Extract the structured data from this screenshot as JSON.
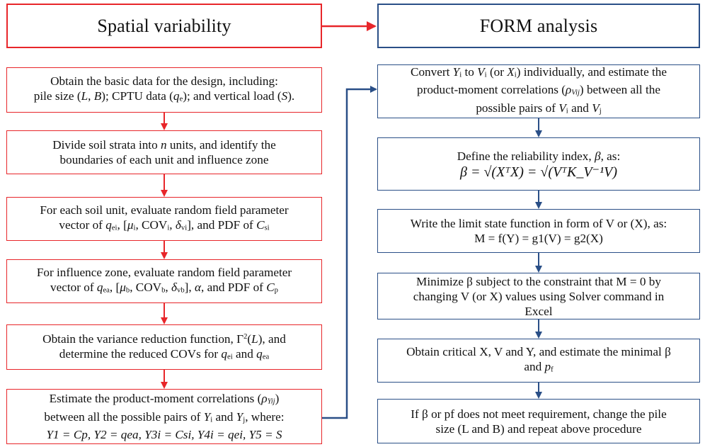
{
  "headers": {
    "left": "Spatial variability",
    "right": "FORM analysis"
  },
  "left_steps": [
    {
      "l1": "Obtain the basic data for the design, including:",
      "l2a": "pile size (",
      "L": "L",
      "l2b": ", ",
      "B": "B",
      "l2c": "); CPTU data (",
      "q": "q",
      "qsub": "e",
      "l2d": "); and vertical load (",
      "S": "S",
      "l2e": ")."
    },
    {
      "l1a": "Divide soil strata into ",
      "n": "n",
      "l1b": " units, and identify the",
      "l2": "boundaries of each unit and influence zone"
    },
    {
      "l1": "For each soil unit, evaluate random field parameter",
      "l2a": "vector of ",
      "q": "q",
      "qsub": "ei",
      "l2b": ", [",
      "mu": "μ",
      "musub": "i",
      "l2c": ", COV",
      "covsub": "i",
      "l2d": ", ",
      "delta": "δ",
      "dsub": "vi",
      "l2e": "], and PDF of ",
      "C": "C",
      "csub": "si"
    },
    {
      "l1": "For influence zone, evaluate random field parameter",
      "l2a": "vector of ",
      "q": "q",
      "qsub": "ea",
      "l2b": ", [",
      "mu": "μ",
      "musub": "b",
      "l2c": ", COV",
      "covsub": "b",
      "l2d": ", ",
      "delta": "δ",
      "dsub": "vb",
      "l2e": "], ",
      "alpha": "α",
      "l2f": ", and PDF of ",
      "C": "C",
      "csub": "p"
    },
    {
      "l1a": "Obtain the variance reduction function, Γ",
      "sq": "2",
      "l1b": "(",
      "L": "L",
      "l1c": "), and",
      "l2a": "determine the reduced COVs for ",
      "q1": "q",
      "q1sub": "ei",
      "l2b": " and ",
      "q2": "q",
      "q2sub": "ea"
    },
    {
      "l1a": "Estimate the product-moment correlations (",
      "rho": "ρ",
      "rhosub": "Yij",
      "l1b": ")",
      "l2a": "between all the possible pairs of ",
      "Y": "Y",
      "ysub1": "i",
      "l2b": " and ",
      "ysub2": "j",
      "l2c": ", where:",
      "l3": "Y1 = Cp, Y2 = qea, Y3i = Csi, Y4i = qei, Y5 = S"
    }
  ],
  "right_steps": [
    {
      "l1a": "Convert ",
      "Y": "Y",
      "ysub": "i",
      "l1b": " to ",
      "V": "V",
      "vsub": "i",
      "l1c": " (or ",
      "X": "X",
      "xsub": "i",
      "l1d": ") individually, and estimate the",
      "l2a": "product-moment correlations (",
      "rho": "ρ",
      "rhosub": "Vij",
      "l2b": ") between all the",
      "l3a": "possible pairs of ",
      "V1": "V",
      "v1sub": "i",
      "l3b": " and ",
      "V2": "V",
      "v2sub": "j"
    },
    {
      "l1a": "Define the reliability index, ",
      "beta": "β",
      "l1b": ", as:",
      "eq": "β = √(XᵀX) = √(VᵀK_V⁻¹V)"
    },
    {
      "l1": "Write the limit state function in form of V or (X), as:",
      "l2": "M = f(Y) = g1(V) = g2(X)"
    },
    {
      "l1": "Minimize β subject to the constraint that M = 0 by",
      "l2": "changing V (or X) values using Solver command in",
      "l3": "Excel"
    },
    {
      "l1": "Obtain critical X, V and Y, and estimate the minimal β",
      "l2a": "and ",
      "p": "p",
      "psub": "f"
    },
    {
      "l1": "If β or pf does not meet requirement, change the pile",
      "l2": "size (L and B) and repeat above procedure"
    }
  ],
  "colors": {
    "left": "#e8262a",
    "right": "#2a4f87"
  }
}
